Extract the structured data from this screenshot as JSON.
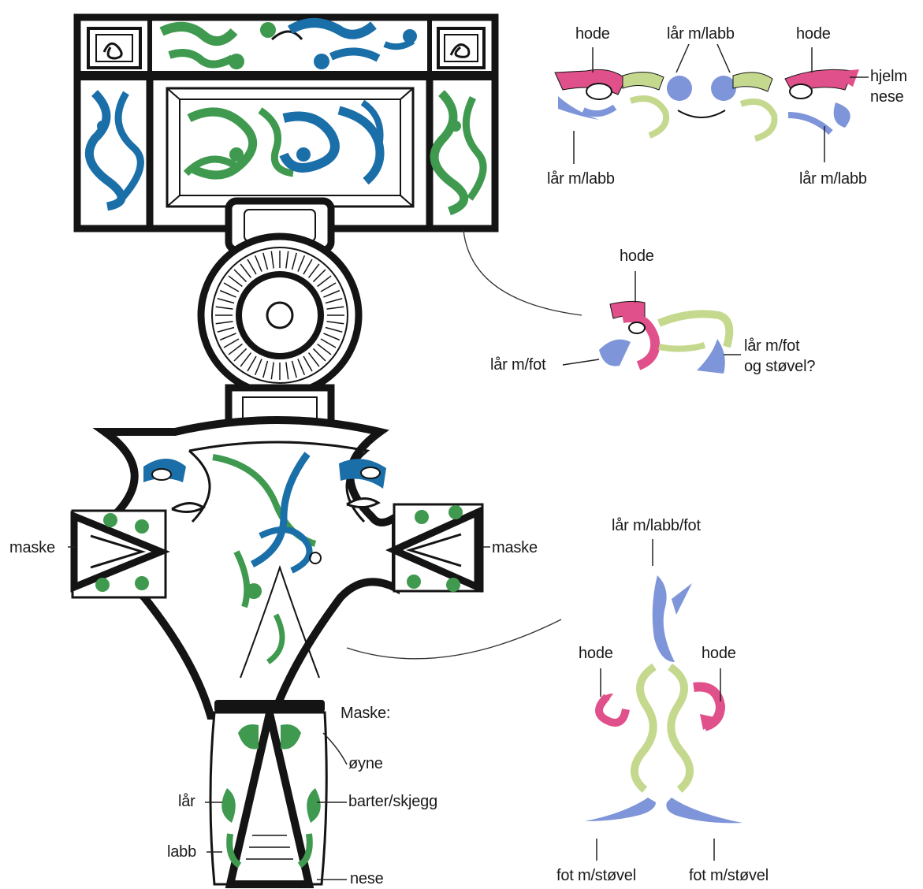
{
  "colors": {
    "ink": "#141414",
    "blue_dark": "#1b6fa8",
    "green": "#3f9a4f",
    "pink": "#e0508a",
    "lightgreen": "#c4d98e",
    "lightblue": "#7f95d9"
  },
  "brooch_labels": {
    "mask_left": "maske",
    "mask_right": "maske",
    "mask_heading": "Maske:",
    "eyes": "øyne",
    "thigh": "lår",
    "moustache_beard": "barter/skjegg",
    "paw": "labb",
    "nose": "nese"
  },
  "detail_top": {
    "head_left": "hode",
    "thigh_paw_top": "lår m/labb",
    "head_right": "hode",
    "helmet": "hjelm",
    "nose": "nese",
    "thigh_paw_left": "lår m/labb",
    "thigh_paw_right": "lår m/labb"
  },
  "detail_middle": {
    "head": "hode",
    "thigh_foot_left": "lår m/fot",
    "thigh_foot_boot_line1": "lår m/fot",
    "thigh_foot_boot_line2": "og støvel?"
  },
  "detail_bottom": {
    "thigh_paw_foot": "lår m/labb/fot",
    "head_left": "hode",
    "head_right": "hode",
    "foot_boot_left": "fot m/støvel",
    "foot_boot_right": "fot m/støvel"
  }
}
